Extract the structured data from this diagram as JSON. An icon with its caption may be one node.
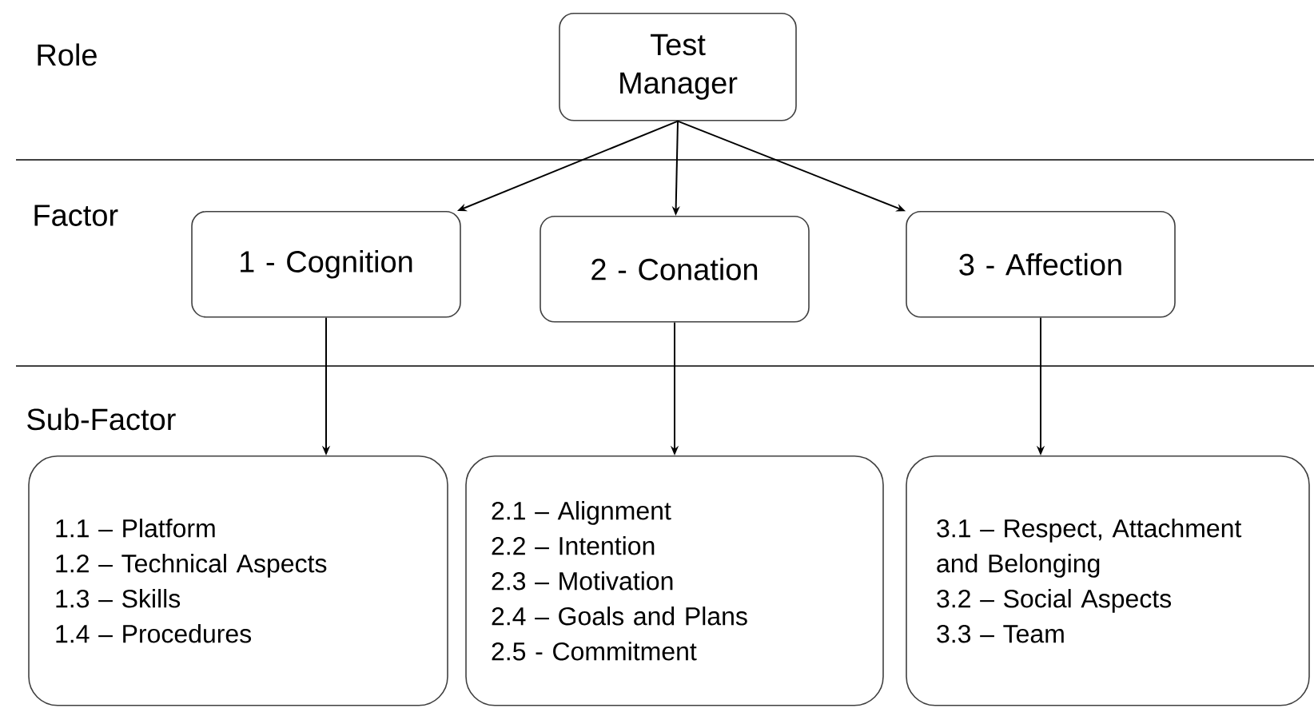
{
  "diagram": {
    "nodes": [
      {
        "text": [
          "Test Manager"
        ]
      },
      {
        "text": [
          "1 - Cognition"
        ]
      },
      {
        "text": [
          "2 - Conation"
        ]
      },
      {
        "text": [
          "3 - Affection"
        ]
      },
      {
        "text": [
          "1.1 – Platform",
          "1.2 – Technical Aspects",
          "1.3 – Skills",
          "1.4 – Procedures"
        ]
      },
      {
        "text": [
          "2.1 – Alignment",
          "2.2 – Intention",
          "2.3 – Motivation",
          "2.4 – Goals and Plans",
          "2.5 - Commitment"
        ]
      },
      {
        "text": [
          "3.1 – Respect, Attachment and Belonging",
          "3.2 – Social Aspects",
          "3.3 – Team"
        ]
      }
    ],
    "edges": [
      {
        "from": 0,
        "to": 1,
        "arrow": "to"
      },
      {
        "from": 0,
        "to": 2,
        "arrow": "to"
      },
      {
        "from": 0,
        "to": 3,
        "arrow": "to"
      },
      {
        "from": 1,
        "to": 4,
        "arrow": "to"
      },
      {
        "from": 2,
        "to": 5,
        "arrow": "to"
      },
      {
        "from": 3,
        "to": 6,
        "arrow": "to"
      }
    ],
    "labels": [
      "Role",
      "Factor",
      "Sub-Factor"
    ]
  }
}
